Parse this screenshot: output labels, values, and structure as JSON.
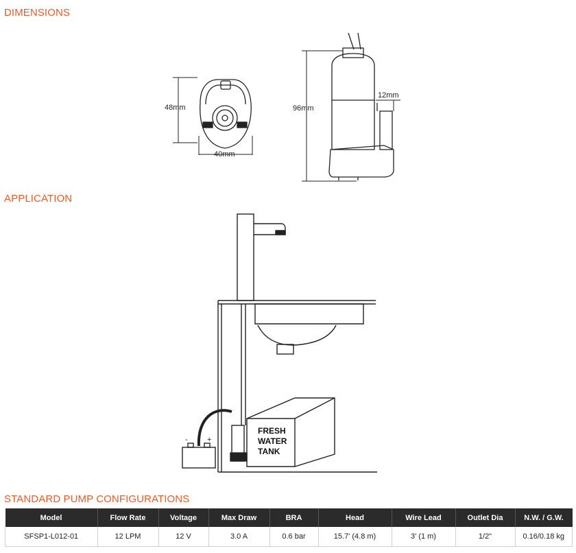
{
  "sections": {
    "dimensions": "DIMENSIONS",
    "application": "APPLICATION",
    "configurations": "STANDARD PUMP CONFIGURATIONS"
  },
  "dimensions": {
    "height_front": "48mm",
    "width_front": "40mm",
    "height_side": "96mm",
    "outlet": "12mm"
  },
  "application": {
    "tank_label": [
      "FRESH",
      "WATER",
      "TANK"
    ],
    "battery_minus": "-",
    "battery_plus": "+"
  },
  "table": {
    "headers": [
      "Model",
      "Flow Rate",
      "Voltage",
      "Max Draw",
      "BRA",
      "Head",
      "Wire Lead",
      "Outlet Dia",
      "N.W. / G.W."
    ],
    "rows": [
      [
        "SFSP1-L012-01",
        "12 LPM",
        "12 V",
        "3.0 A",
        "0.6 bar",
        "15.7' (4.8 m)",
        "3' (1 m)",
        "1/2\"",
        "0.16/0.18 kg"
      ]
    ]
  },
  "colors": {
    "accent": "#f15a24",
    "header_bg": "#2b2b2b"
  }
}
